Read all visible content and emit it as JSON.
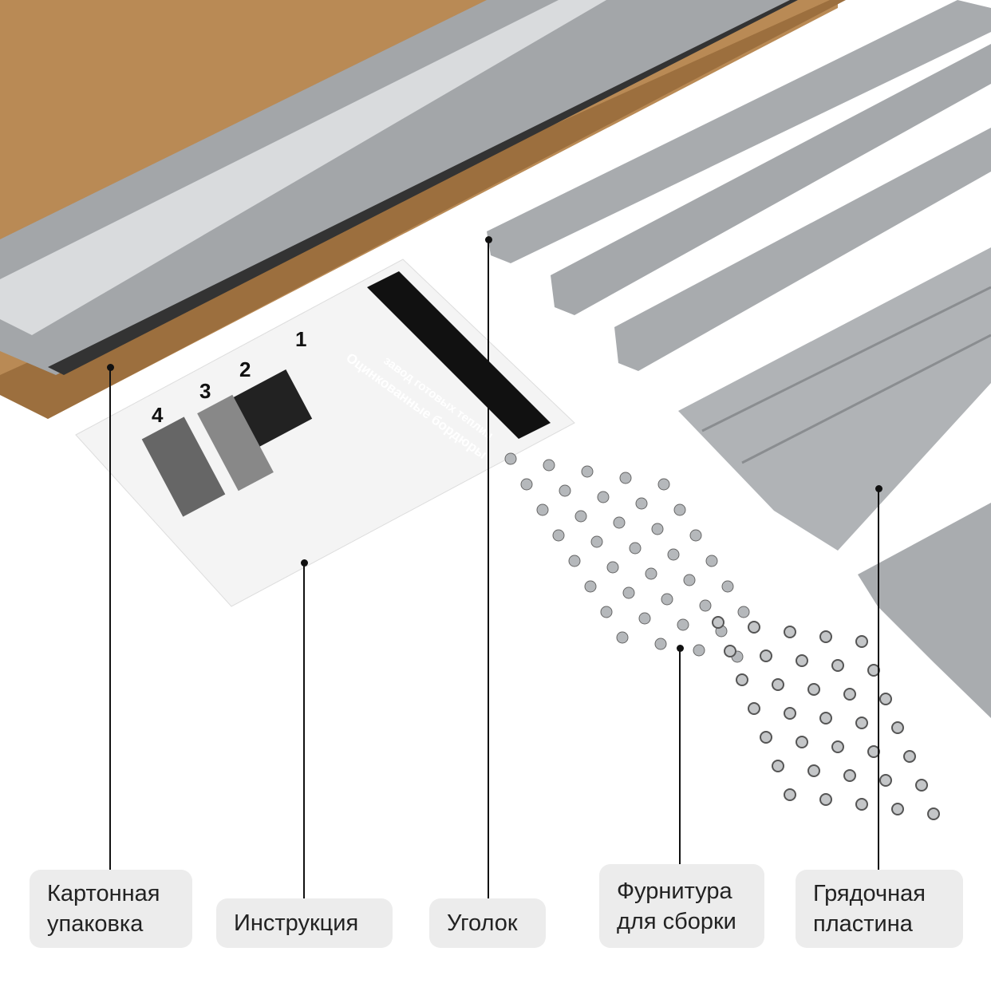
{
  "image": {
    "instruction_sheet": {
      "brand": "завод готовых теплиц",
      "title": "Оцинкованные бордюры",
      "steps": [
        "1",
        "2",
        "3",
        "4"
      ]
    }
  },
  "labels": [
    {
      "id": "box",
      "text": "Картонная\nупаковка"
    },
    {
      "id": "instruction",
      "text": "Инструкция"
    },
    {
      "id": "corner",
      "text": "Уголок"
    },
    {
      "id": "hardware",
      "text": "Фурнитура\nдля сборки"
    },
    {
      "id": "plate",
      "text": "Грядочная\nпластина"
    }
  ],
  "colors": {
    "cardboard": "#b98a55",
    "metal": "#a9abad",
    "label_bg": "#ececec"
  }
}
